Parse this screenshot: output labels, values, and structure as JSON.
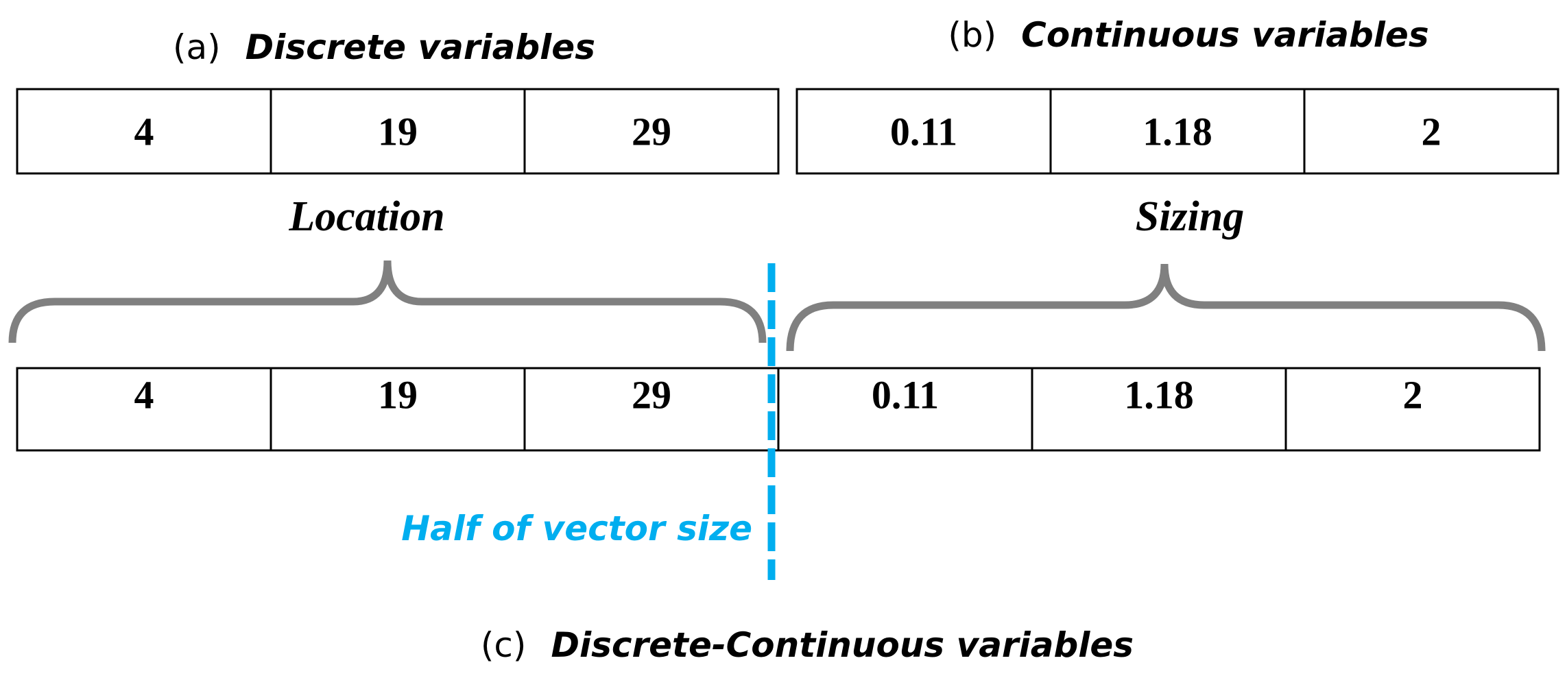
{
  "captions": {
    "a": {
      "prefix": "(a)",
      "title": "Discrete variables"
    },
    "b": {
      "prefix": "(b)",
      "title": "Continuous variables"
    },
    "c": {
      "prefix": "(c)",
      "title": "Discrete-Continuous variables"
    }
  },
  "vector_a": [
    "4",
    "19",
    "29"
  ],
  "vector_b": [
    "0.11",
    "1.18",
    "2"
  ],
  "vector_c": [
    "4",
    "19",
    "29",
    "0.11",
    "1.18",
    "2"
  ],
  "groups": {
    "location": "Location",
    "sizing": "Sizing"
  },
  "divider": {
    "label": "Half of vector size",
    "color": "#00aeef"
  },
  "colors": {
    "brace": "#808080",
    "cell_border": "#000000"
  }
}
